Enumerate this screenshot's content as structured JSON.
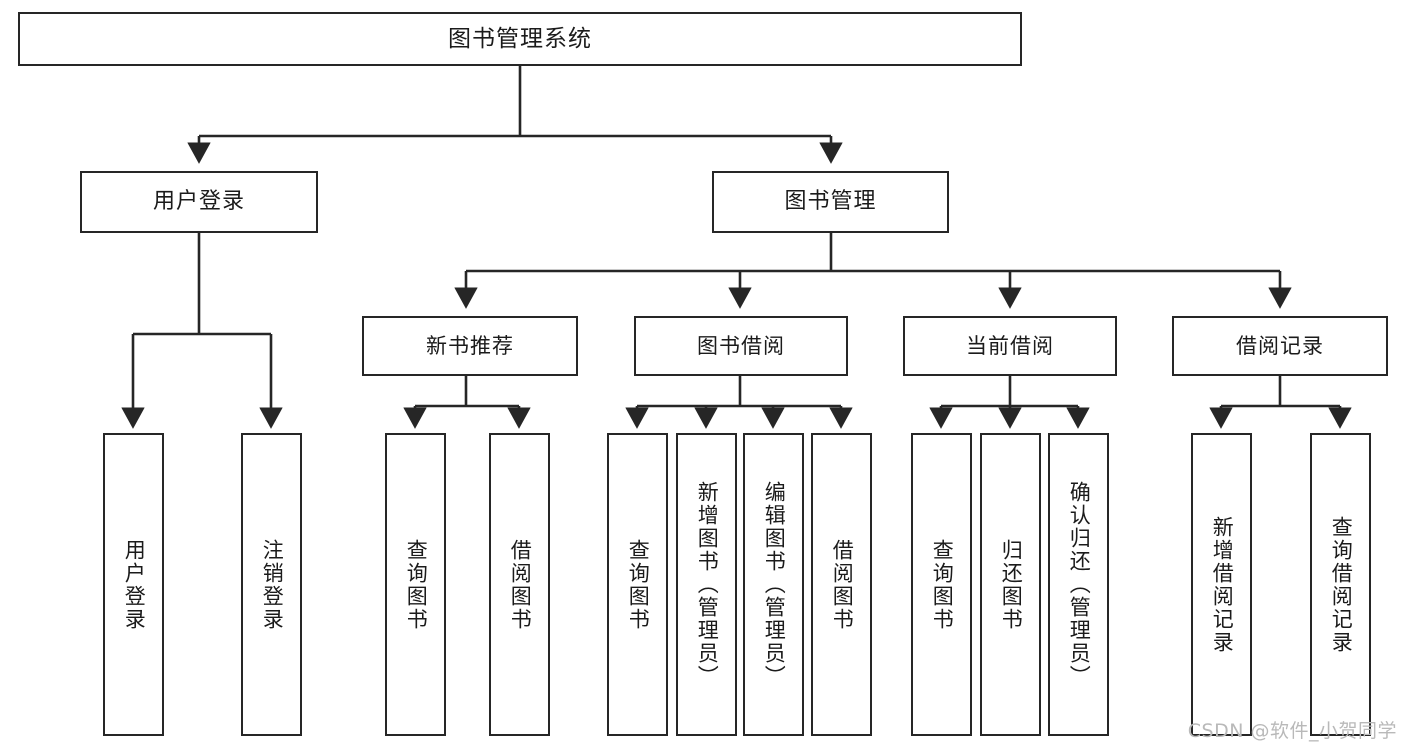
{
  "diagram": {
    "title": "图书管理系统",
    "type": "tree-hierarchy",
    "watermark": "CSDN @软件_小贺同学",
    "colors": {
      "stroke": "#262626",
      "fill": "#ffffff",
      "text": "#1b1b1b",
      "watermark": "#b9b9b9"
    },
    "nodes": {
      "root": {
        "label": "图书管理系统"
      },
      "level1": [
        {
          "id": "user-login",
          "label": "用户登录"
        },
        {
          "id": "book-management",
          "label": "图书管理"
        }
      ],
      "level2": [
        {
          "id": "new-book-recommend",
          "label": "新书推荐"
        },
        {
          "id": "book-borrow",
          "label": "图书借阅"
        },
        {
          "id": "current-borrow",
          "label": "当前借阅"
        },
        {
          "id": "borrow-record",
          "label": "借阅记录"
        }
      ],
      "leaves": {
        "user_login": [
          {
            "id": "leaf-user-login",
            "label": "用户登录"
          },
          {
            "id": "leaf-logout",
            "label": "注销登录"
          }
        ],
        "new_book_recommend": [
          {
            "id": "leaf-query-book-1",
            "label": "查询图书"
          },
          {
            "id": "leaf-borrow-book-1",
            "label": "借阅图书"
          }
        ],
        "book_borrow": [
          {
            "id": "leaf-query-book-2",
            "label": "查询图书"
          },
          {
            "id": "leaf-add-book",
            "label": "新增图书（管理员）"
          },
          {
            "id": "leaf-edit-book",
            "label": "编辑图书（管理员）"
          },
          {
            "id": "leaf-borrow-book-2",
            "label": "借阅图书"
          }
        ],
        "current_borrow": [
          {
            "id": "leaf-query-book-3",
            "label": "查询图书"
          },
          {
            "id": "leaf-return-book",
            "label": "归还图书"
          },
          {
            "id": "leaf-confirm-return",
            "label": "确认归还（管理员）"
          }
        ],
        "borrow_record": [
          {
            "id": "leaf-add-record",
            "label": "新增借阅记录"
          },
          {
            "id": "leaf-query-record",
            "label": "查询借阅记录"
          }
        ]
      }
    }
  }
}
